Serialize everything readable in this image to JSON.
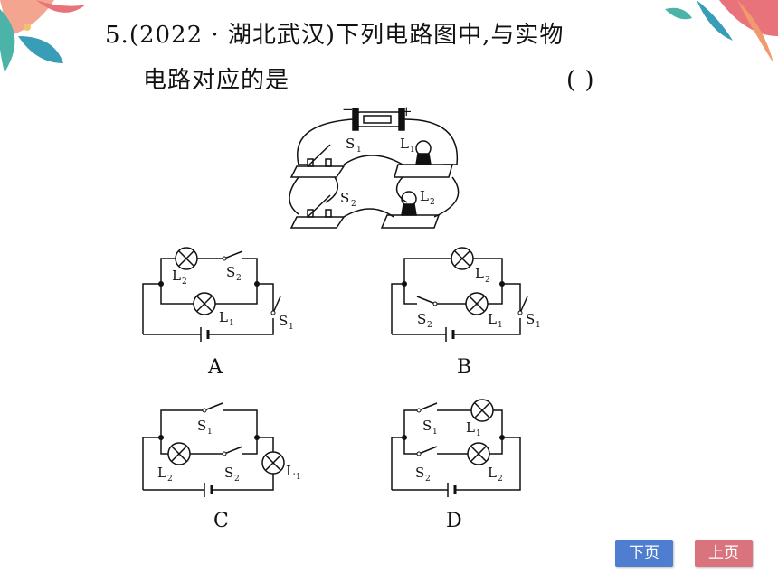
{
  "question": {
    "number": "5.",
    "source": "(2022 · 湖北武汉)",
    "text_line1": "下列电路图中,与实物",
    "text_line2": "电路对应的是",
    "answer_paren": "(     )"
  },
  "figure": {
    "battery_minus": "−",
    "battery_plus": "+",
    "labels": {
      "S": "S",
      "L": "L",
      "sub1": "1",
      "sub2": "2"
    }
  },
  "options": {
    "a": "A",
    "b": "B",
    "c": "C",
    "d": "D"
  },
  "nav": {
    "next_label": "下页",
    "prev_label": "上页"
  },
  "colors": {
    "next_button": "#4f7ed0",
    "prev_button": "#d9747e"
  }
}
